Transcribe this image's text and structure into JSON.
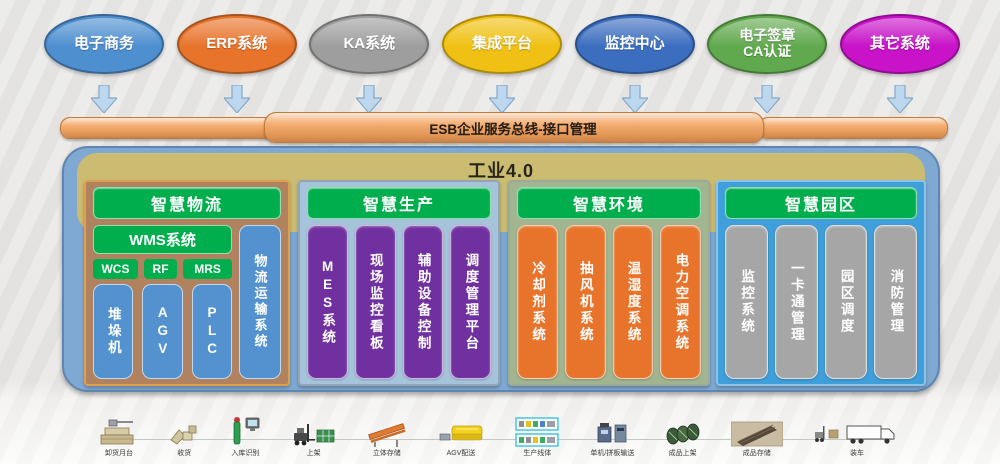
{
  "top_systems": [
    {
      "label": "电子商务",
      "color": "#4E8FD0"
    },
    {
      "label": "ERP系统",
      "color": "#E8742C"
    },
    {
      "label": "KA系统",
      "color": "#9E9E9E"
    },
    {
      "label": "集成平台",
      "color": "#F0C114"
    },
    {
      "label": "监控中心",
      "color": "#3C6EC0"
    },
    {
      "line1": "电子签章",
      "line2": "CA认证",
      "color": "#61A94E"
    },
    {
      "label": "其它系统",
      "color": "#C813C8"
    }
  ],
  "esb": {
    "label": "ESB企业服务总线-接口管理",
    "color": "#F3A05A"
  },
  "platform": {
    "title": "工业4.0",
    "header_color": "#00AE4D",
    "sections": [
      {
        "title": "智慧物流",
        "panel_color": "#B1825F"
      },
      {
        "title": "智慧生产",
        "panel_color": "#A6C3DC",
        "column_color": "#7030A0",
        "columns": [
          "MES系统",
          "现场监控看板",
          "辅助设备控制",
          "调度管理平台"
        ]
      },
      {
        "title": "智慧环境",
        "panel_color": "#A2B591",
        "column_color": "#E8742C",
        "columns": [
          "冷却剂系统",
          "抽风机系统",
          "温湿度系统",
          "电力空调系统"
        ]
      },
      {
        "title": "智慧园区",
        "panel_color": "#3F9FDB",
        "column_color": "#A6A6A6",
        "columns": [
          "监控系统",
          "一卡通管理",
          "园区调度",
          "消防管理"
        ]
      }
    ],
    "logistics": {
      "wms": "WMS系统",
      "sub_systems": [
        "WCS",
        "RF",
        "MRS"
      ],
      "devices": [
        "堆垛机",
        "AGV",
        "PLC"
      ],
      "transport": "物流运输系统",
      "green": "#00AE4D",
      "blue": "#5392CF"
    }
  },
  "bottom_flow": {
    "steps": [
      {
        "label": "卸货月台"
      },
      {
        "label": "收货"
      },
      {
        "label": "入库识别"
      },
      {
        "label": "上架"
      },
      {
        "label": "立体存储"
      },
      {
        "label": "AGV配送"
      },
      {
        "label": "生产线体"
      },
      {
        "label": "单机/拼板输送"
      },
      {
        "label": "成品上架"
      },
      {
        "label": "成品存储"
      },
      {
        "label": "装车"
      }
    ]
  }
}
